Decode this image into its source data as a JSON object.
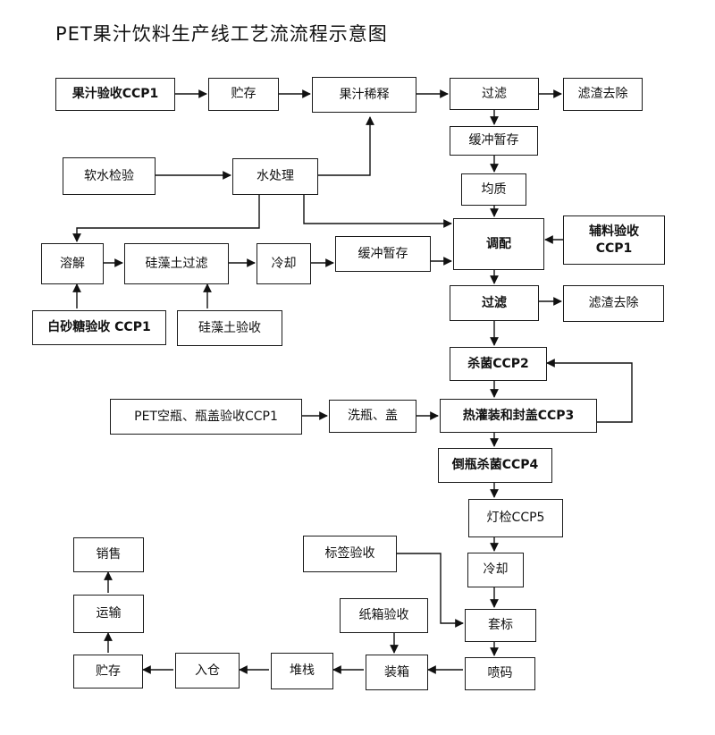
{
  "title": "PET果汁饮料生产线工艺流流程示意图",
  "boxes": {
    "juice_inspect": "果汁验收CCP1",
    "storage1": "贮存",
    "juice_dilute": "果汁稀释",
    "filter1": "过滤",
    "residue1": "滤渣去除",
    "buffer1": "缓冲暂存",
    "soft_water": "软水检验",
    "water_treat": "水处理",
    "homogenize": "均质",
    "blend": "调配",
    "aux_line1": "辅料验收",
    "aux_line2": "CCP1",
    "dissolve": "溶解",
    "diatom_filter": "硅藻土过滤",
    "cool1": "冷却",
    "buffer2": "缓冲暂存",
    "filter2": "过滤",
    "residue2": "滤渣去除",
    "sugar": "白砂糖验收 CCP1",
    "diatom_inspect": "硅藻土验收",
    "sterilize": "杀菌CCP2",
    "pet_inspect": "PET空瓶、瓶盖验收CCP1",
    "wash": "洗瓶、盖",
    "hotfill": "热灌装和封盖CCP3",
    "invert": "倒瓶杀菌CCP4",
    "light": "灯检CCP5",
    "label_inspect": "标签验收",
    "cool2": "冷却",
    "carton_inspect": "纸箱验收",
    "sleeve": "套标",
    "sales": "销售",
    "transport": "运输",
    "storage2": "贮存",
    "warehouse": "入仓",
    "stack": "堆栈",
    "pack": "装箱",
    "print": "喷码"
  }
}
